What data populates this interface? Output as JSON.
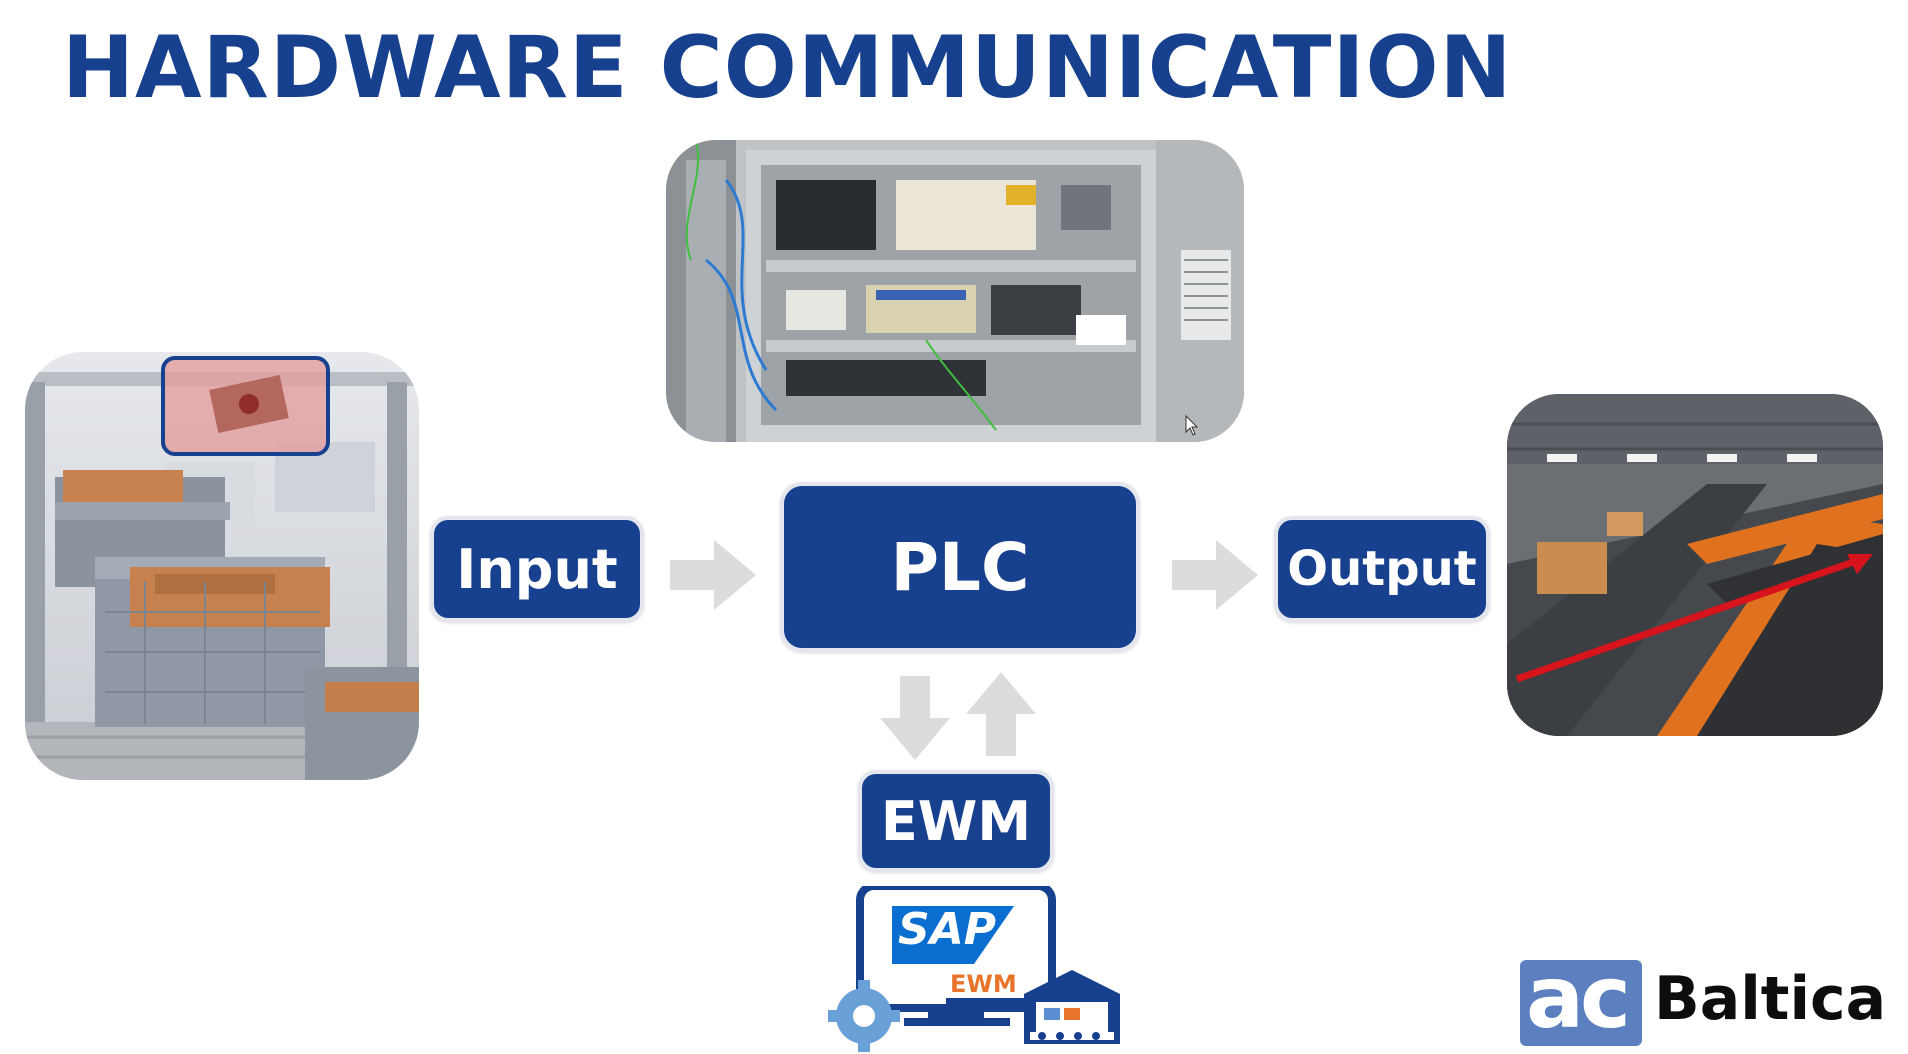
{
  "title": "HARDWARE COMMUNICATION",
  "flow": {
    "input_label": "Input",
    "plc_label": "PLC",
    "output_label": "Output",
    "ewm_label": "EWM"
  },
  "sap_graphic": {
    "brand_text": "SAP",
    "module_text": "EWM"
  },
  "logo": {
    "mark": "ac",
    "name": "Baltica"
  },
  "colors": {
    "primary": "#17408e",
    "arrow": "#dcdcdc",
    "sap_blue": "#0a6ed1",
    "ewm_orange": "#e8742c",
    "logo_mark": "#5b7fbf"
  },
  "images": {
    "left": "conveyor-bins-with-scanner",
    "center": "plc-control-cabinet",
    "right": "warehouse-roller-conveyors"
  }
}
